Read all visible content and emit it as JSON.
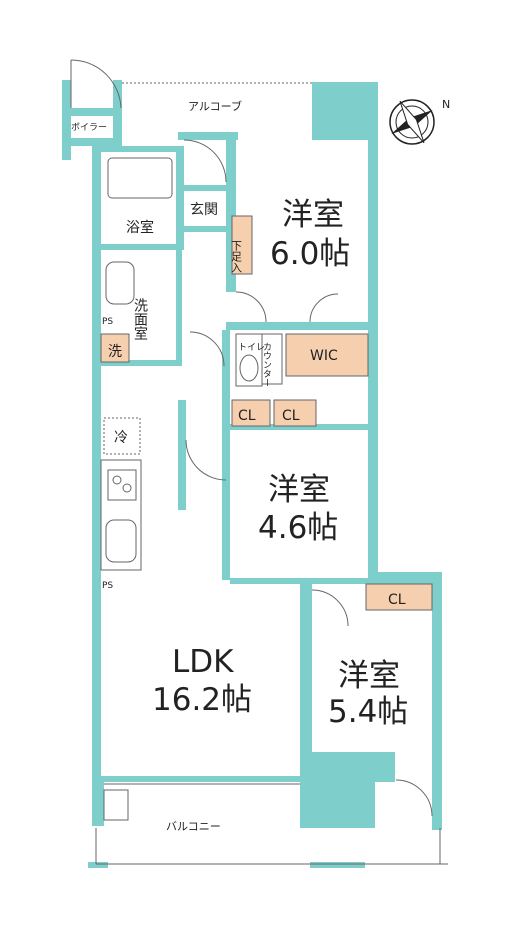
{
  "labels": {
    "alcove": "アルコーブ",
    "boiler": "ボイラー",
    "bath": "浴室",
    "entrance": "玄関",
    "shoe_storage": "下足入",
    "washroom": "洗面室",
    "ps_top": "PS",
    "washer": "洗",
    "toilet": "トイレ",
    "counter": "カウンター",
    "wic": "WIC",
    "cl_1": "CL",
    "cl_2": "CL",
    "cl_3": "CL",
    "fridge": "冷",
    "ps_bottom": "PS",
    "balcony": "バルコニー"
  },
  "rooms": {
    "room1": {
      "name": "洋室",
      "size": "6.0帖"
    },
    "room2": {
      "name": "洋室",
      "size": "4.6帖"
    },
    "room3": {
      "name": "洋室",
      "size": "5.4帖"
    },
    "ldk": {
      "name": "LDK",
      "size": "16.2帖"
    }
  },
  "compass": {
    "north": "N"
  },
  "colors": {
    "wall": "#7ecfcc",
    "storage": "#f6cfae",
    "line": "#666666",
    "floor": "#ffffff"
  }
}
